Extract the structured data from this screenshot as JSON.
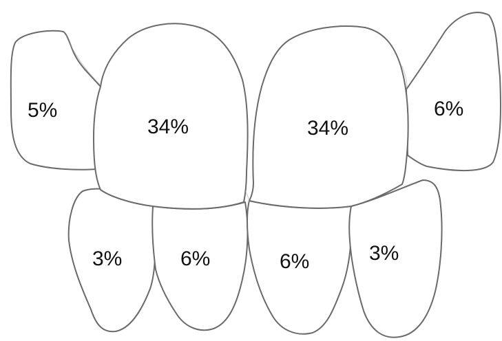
{
  "teeth": {
    "upper_right_lateral": {
      "label": "5%"
    },
    "upper_right_central": {
      "label": "34%"
    },
    "upper_left_central": {
      "label": "34%"
    },
    "upper_left_lateral": {
      "label": "6%"
    },
    "lower_right_lateral": {
      "label": "3%"
    },
    "lower_right_central": {
      "label": "6%"
    },
    "lower_left_central": {
      "label": "6%"
    },
    "lower_left_lateral": {
      "label": "3%"
    }
  },
  "colors": {
    "outline": "#6a6a6a",
    "text": "#111111",
    "background": "#ffffff"
  }
}
